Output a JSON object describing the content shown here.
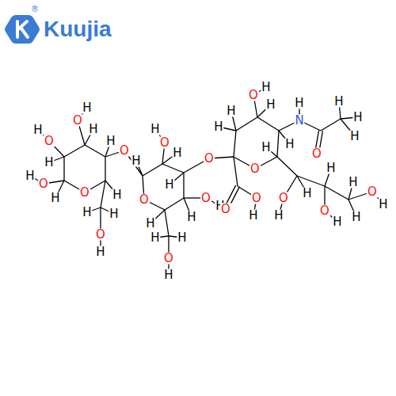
{
  "diagram": {
    "labels": [
      "®",
      "Kuujia",
      "O",
      "H",
      "O",
      "H",
      "H",
      "O",
      "H",
      "H",
      "O",
      "H",
      "H",
      "O",
      "H",
      "H",
      "H",
      "O",
      "H",
      "H",
      "O",
      "O",
      "H",
      "H",
      "H",
      "O",
      "H",
      "O",
      "H",
      "H",
      "H",
      "H",
      "O",
      "H",
      "H",
      "H",
      "O",
      "H",
      "H",
      "N",
      "H",
      "H",
      "O",
      "H",
      "H",
      "H",
      "O",
      "O",
      "O",
      "H",
      "H",
      "H",
      "O",
      "H",
      "H",
      "O",
      "H",
      "H",
      "H",
      "O",
      "H"
    ]
  }
}
